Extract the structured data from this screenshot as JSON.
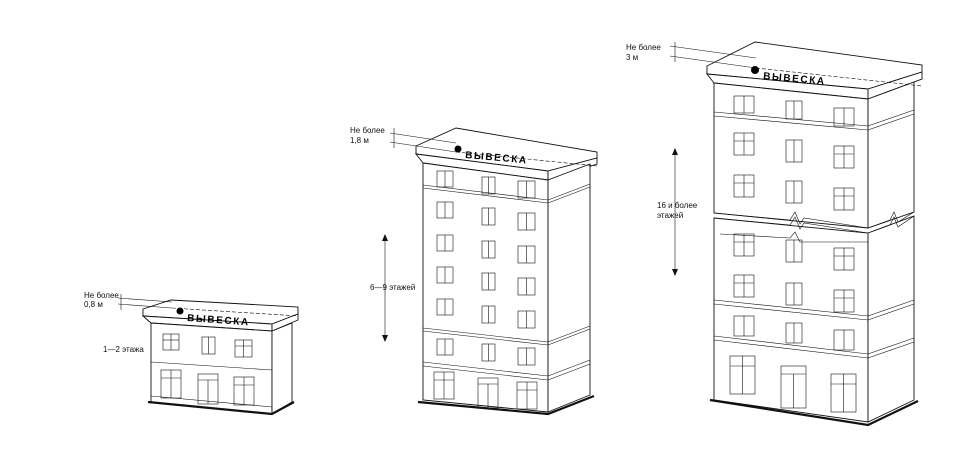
{
  "buildings": [
    {
      "id": "small",
      "sign_text": "ВЫВЕСКА",
      "height_limit_line1": "Не более",
      "height_limit_line2": "0,8 м",
      "floors_label": "1—2 этажа"
    },
    {
      "id": "medium",
      "sign_text": "ВЫВЕСКА",
      "height_limit_line1": "Не более",
      "height_limit_line2": "1,8 м",
      "floors_label": "6—9 этажей"
    },
    {
      "id": "tall",
      "sign_text": "ВЫВЕСКА",
      "height_limit_line1": "Не более",
      "height_limit_line2": "3 м",
      "floors_label_line1": "16 и более",
      "floors_label_line2": "этажей"
    }
  ]
}
